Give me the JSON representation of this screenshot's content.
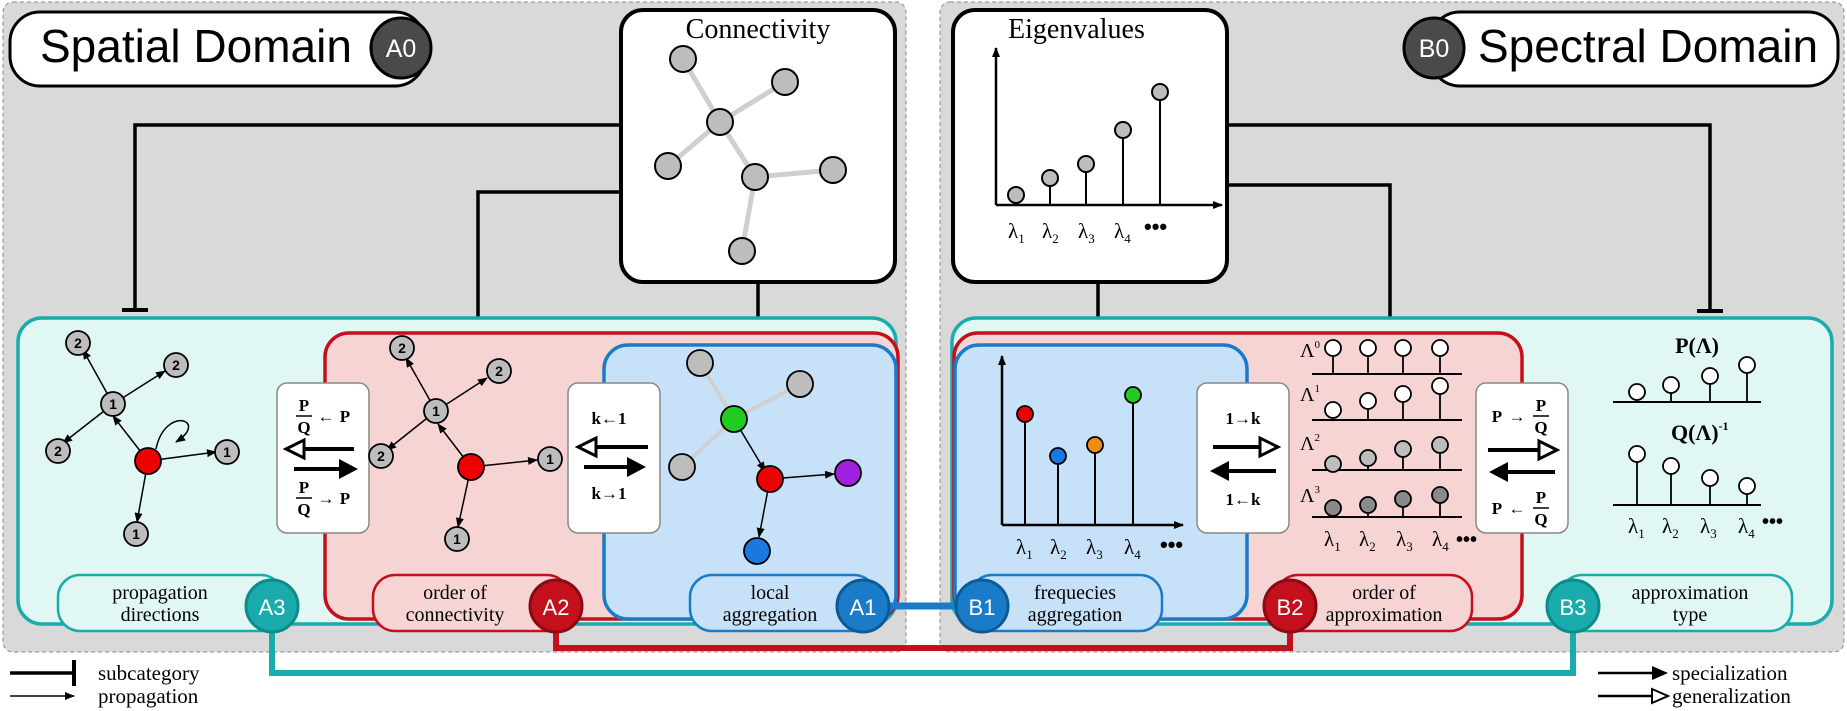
{
  "spatial": {
    "title": "Spatial Domain",
    "badge": "A0",
    "connectivity_title": "Connectivity",
    "directions": {
      "badge": "A3",
      "label_line1": "propagation",
      "label_line2": "directions"
    },
    "order": {
      "badge": "A2",
      "label_line1": "order of",
      "label_line2": "connectivity"
    },
    "local": {
      "badge": "A1",
      "label_line1": "local",
      "label_line2": "aggregation"
    },
    "node_labels": {
      "one": "1",
      "two": "2"
    },
    "pq_top": "P",
    "pq_bottom": "Q",
    "pq_target": "P",
    "pq_left_arrow": "←",
    "pq_right_arrow": "→",
    "k_back": "k←1",
    "k_fwd": "k→1"
  },
  "spectral": {
    "title": "Spectral Domain",
    "badge": "B0",
    "eigen_title": "Eigenvalues",
    "frequencies": {
      "badge": "B1",
      "label_line1": "frequecies",
      "label_line2": "aggregation"
    },
    "approx_order": {
      "badge": "B2",
      "label_line1": "order of",
      "label_line2": "approximation"
    },
    "approx_type": {
      "badge": "B3",
      "label_line1": "approximation",
      "label_line2": "type"
    },
    "lambda": [
      "λ1",
      "λ2",
      "λ3",
      "λ4"
    ],
    "lambda_base": "λ",
    "lambda_subs": [
      "1",
      "2",
      "3",
      "4"
    ],
    "dots": "•••",
    "big_lambda": "Λ",
    "powers": [
      "0",
      "1",
      "2",
      "3"
    ],
    "one_to_k": "1→k",
    "one_from_k": "1←k",
    "p_source": "P",
    "pq_top": "P",
    "pq_bottom": "Q",
    "p_arrow_fwd": "→",
    "p_arrow_back": "←",
    "p_of_lambda": "P(Λ)",
    "q_of_lambda": "Q(Λ)",
    "q_exponent": "-1"
  },
  "legend": {
    "subcategory": "subcategory",
    "propagation": "propagation",
    "specialization": "specialization",
    "generalization": "generalization"
  },
  "colors": {
    "panel_bg": "#d9d9d9",
    "teal": "#1aacac",
    "teal_fill": "#e0f7f3",
    "red": "#c4101c",
    "red_fill": "#f7d4d4",
    "blue": "#1a7cc8",
    "blue_fill": "#c7e1f8",
    "node_gray": "#bdbdbd",
    "node_red": "#ee0000",
    "node_green": "#20cc20",
    "node_purple": "#a020e0",
    "node_blue": "#1a78e0",
    "node_orange": "#f08c10",
    "badge_dark": "#4a4a4a"
  }
}
